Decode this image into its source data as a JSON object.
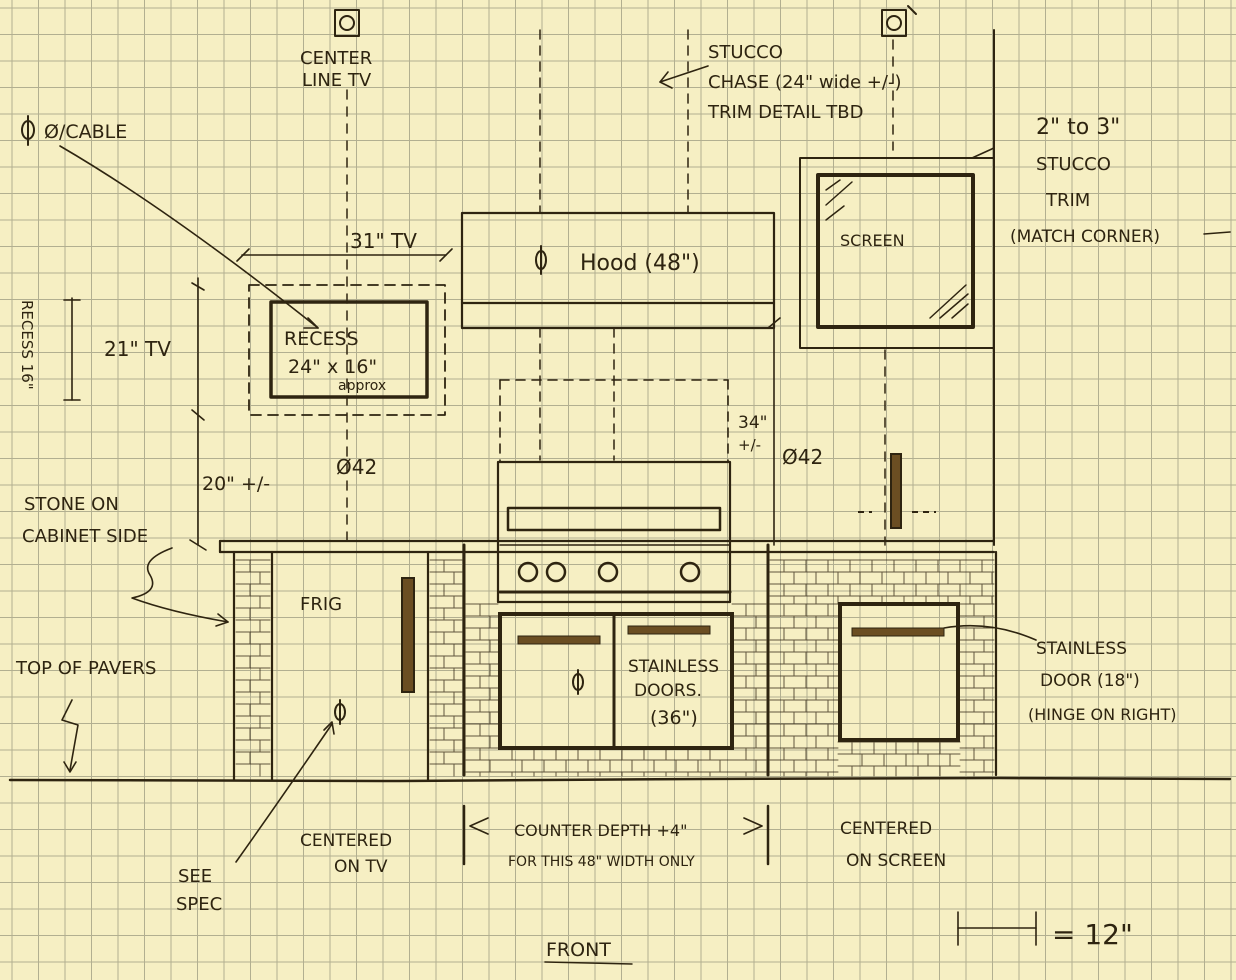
{
  "colors": {
    "paper": "#f6efc3",
    "grid": "#9c9a80",
    "ink": "#2e2410",
    "bronze": "#6b4e22"
  },
  "labels": {
    "center_line_tv_1": "CENTER",
    "center_line_tv_2": "LINE TV",
    "cable": "Ø/CABLE",
    "stucco_1": "STUCCO",
    "stucco_2": "CHASE (24\" wide +/-)",
    "stucco_3": "TRIM DETAIL TBD",
    "trim_1": "2\" to 3\"",
    "trim_2": "STUCCO",
    "trim_3": "TRIM",
    "trim_4": "(MATCH CORNER)",
    "tv_width": "31\" TV",
    "tv_height": "21\" TV",
    "hood": "Hood (48\")",
    "screen": "SCREEN",
    "recess_side": "RECESS 16\"",
    "recess_1": "RECESS",
    "recess_2": "24\" x 16\"",
    "recess_3": "approx",
    "dim_34": "34\"",
    "dim_34b": "+/-",
    "outlet_1": "Ø42",
    "outlet_2": "Ø42",
    "dim_20": "20\" +/-",
    "stone_1": "STONE ON",
    "stone_2": "CABINET SIDE",
    "frig": "FRIG",
    "top_pavers": "TOP OF PAVERS",
    "doors_1": "STAINLESS",
    "doors_2": "DOORS.",
    "doors_3": "(36\")",
    "door18_1": "STAINLESS",
    "door18_2": "DOOR (18\")",
    "door18_3": "(HINGE ON RIGHT)",
    "centered_tv_1": "CENTERED",
    "centered_tv_2": "ON TV",
    "counter_1": "COUNTER DEPTH +4\"",
    "counter_2": "FOR THIS 48\" WIDTH ONLY",
    "centered_screen_1": "CENTERED",
    "centered_screen_2": "ON SCREEN",
    "see_spec_1": "SEE",
    "see_spec_2": "SPEC",
    "scale": "= 12\"",
    "front": "FRONT"
  }
}
